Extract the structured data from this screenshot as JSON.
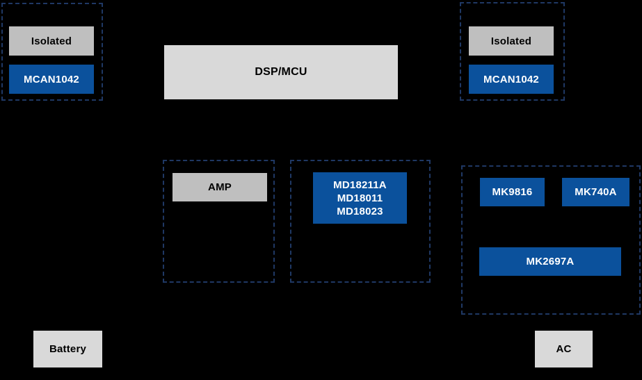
{
  "page": {
    "background": "#000000"
  },
  "colors": {
    "group_border": "#1f3864",
    "chip_blue": "#0b519c",
    "chip_gray": "#bfbfbf",
    "block_light_gray": "#d9d9d9",
    "text_on_blue": "#ffffff",
    "text_on_gray": "#000000"
  },
  "groups": {
    "can_left": {
      "isolated_label": "Isolated",
      "transceiver_label": "MCAN1042"
    },
    "can_right": {
      "isolated_label": "Isolated",
      "transceiver_label": "MCAN1042"
    },
    "amp_group": {
      "amp_label": "AMP"
    },
    "driver_group": {
      "parts": [
        "MD18211A",
        "MD18011",
        "MD18023"
      ]
    },
    "power_group": {
      "chips": [
        "MK9816",
        "MK740A",
        "MK2697A"
      ]
    }
  },
  "blocks": {
    "dsp_label": "DSP/MCU",
    "battery_label": "Battery",
    "ac_label": "AC"
  }
}
